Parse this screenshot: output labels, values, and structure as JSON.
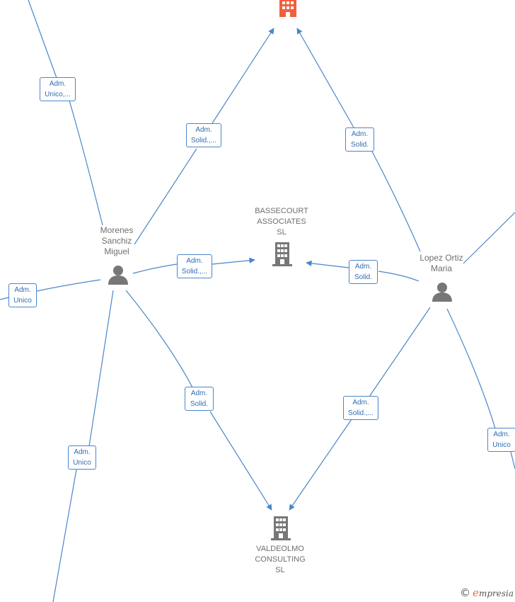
{
  "colors": {
    "edge": "#4a86c8",
    "edge_label_text": "#2f6db0",
    "node_text": "#6f6f6f",
    "building": "#777777",
    "highlight_building": "#f0603c",
    "person": "#777777"
  },
  "nodes": {
    "top_company": {
      "icon": "building-icon"
    },
    "bassecourt": {
      "name": "BASSECOURT\nASSOCIATES\nSL",
      "icon": "building-icon"
    },
    "valdeolmo": {
      "name": "VALDEOLMO\nCONSULTING\nSL",
      "icon": "building-icon"
    },
    "morenes": {
      "name": "Morenes\nSanchiz\nMiguel",
      "icon": "person-icon"
    },
    "lopez": {
      "name": "Lopez Ortiz\nMaria",
      "icon": "person-icon"
    }
  },
  "edge_labels": {
    "e1": "Adm.\nUnico,...",
    "e2": "Adm.\nSolid.,...",
    "e3": "Adm.\nSolid.",
    "e4": "Adm.\nSolid.,...",
    "e5": "Adm.\nSolid.",
    "e6": "Adm.\nUnico",
    "e7": "Adm.\nSolid.",
    "e8": "Adm.\nSolid.,...",
    "e9": "Adm.\nUnico",
    "e10": "Adm.\nUnico"
  },
  "footer": {
    "copyright": "©",
    "brand_initial": "e",
    "brand_rest": "mpresia"
  }
}
